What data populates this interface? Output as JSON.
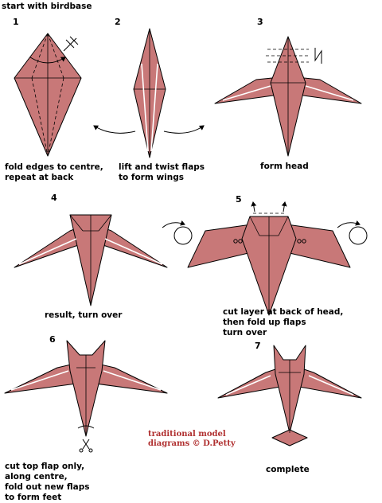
{
  "header": {
    "title": "start with birdbase"
  },
  "steps": [
    {
      "number": "1",
      "caption": [
        "fold edges to centre,",
        "repeat at back"
      ]
    },
    {
      "number": "2",
      "caption": [
        "lift and twist flaps",
        "to form wings"
      ]
    },
    {
      "number": "3",
      "caption": [
        "form head"
      ]
    },
    {
      "number": "4",
      "caption": [
        "result, turn over"
      ]
    },
    {
      "number": "5",
      "caption": [
        "cut layer at back of head,",
        "then fold up flaps",
        "turn over"
      ]
    },
    {
      "number": "6",
      "caption": [
        "cut top flap only,",
        "along centre,",
        "fold out new flaps",
        "to form feet"
      ]
    },
    {
      "number": "7",
      "caption": [
        "complete"
      ]
    }
  ],
  "credit": {
    "line1": "traditional model",
    "line2": "diagrams © D.Petty"
  },
  "colors": {
    "paper": "#c87878",
    "credit_text": "#b03030"
  }
}
